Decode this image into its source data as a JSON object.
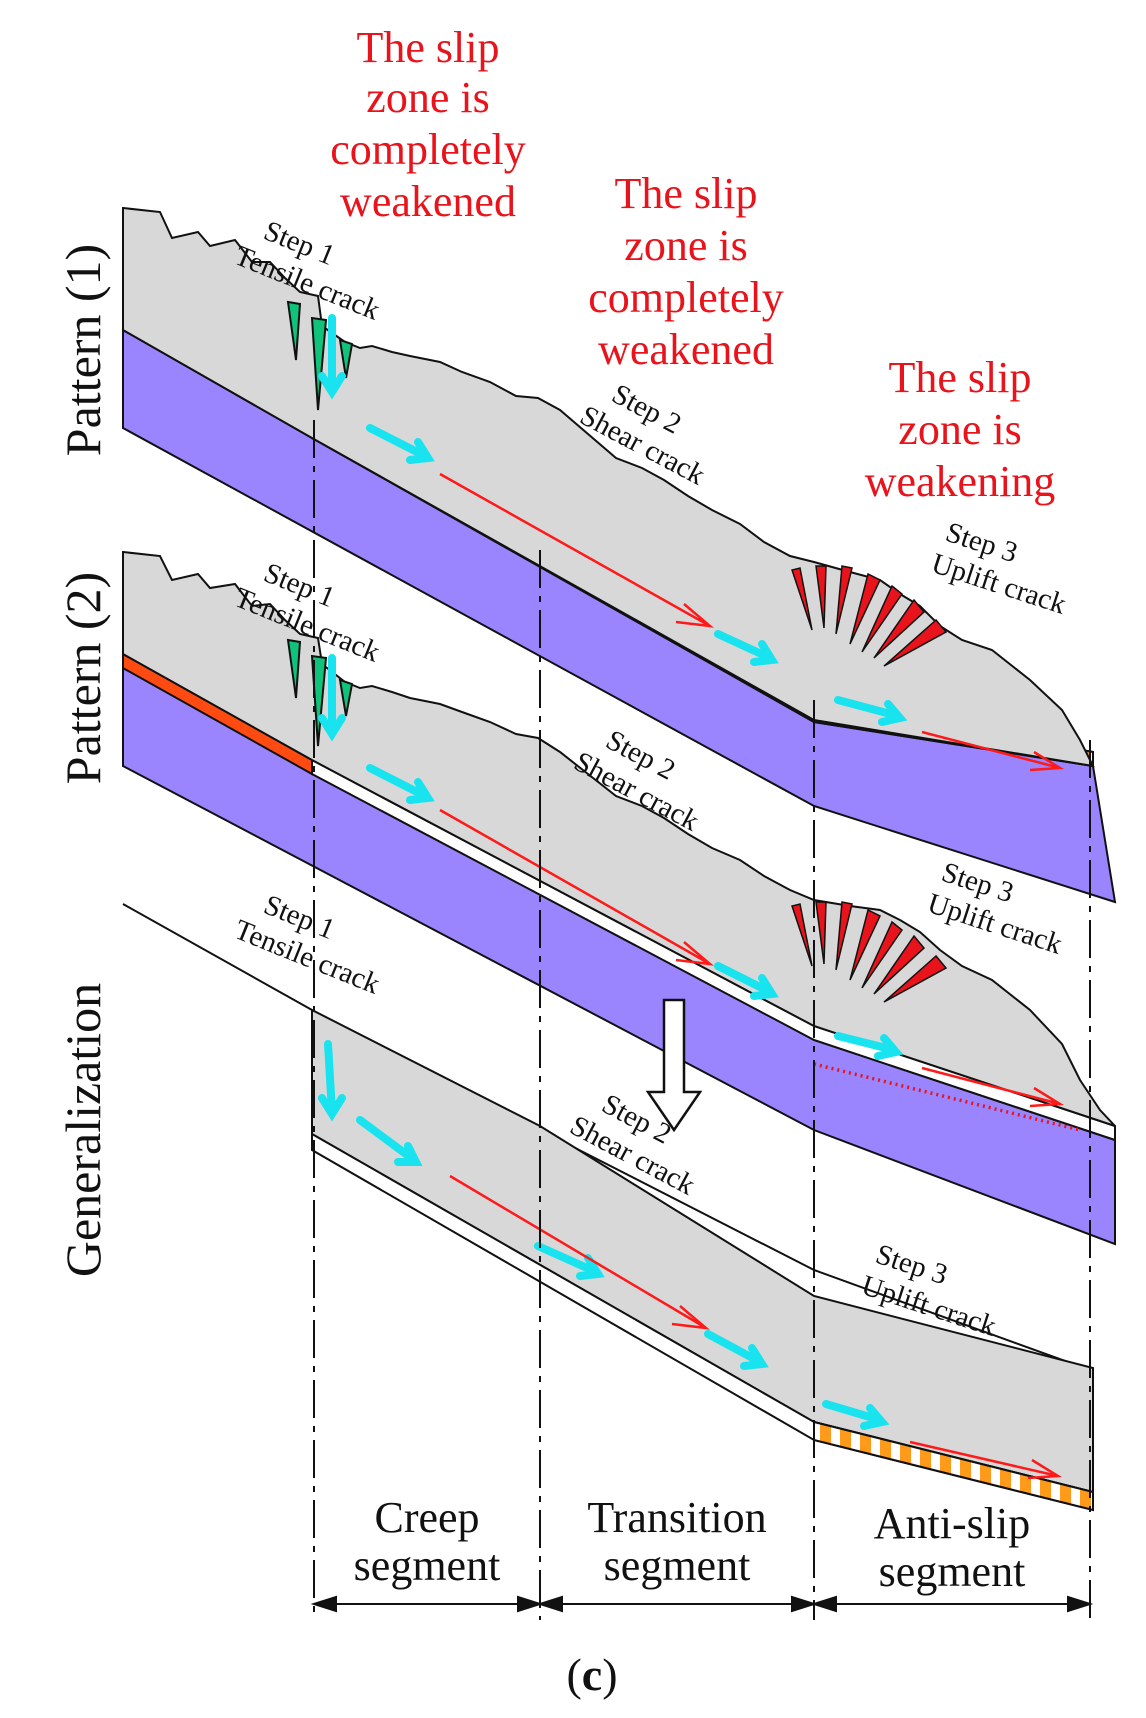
{
  "annotations": {
    "note1_lines": [
      "The slip",
      "zone is",
      "completely",
      "weakened"
    ],
    "note2_lines": [
      "The slip",
      "zone is",
      "completely",
      "weakened"
    ],
    "note3_lines": [
      "The slip",
      "zone is",
      "weakening"
    ]
  },
  "patterns": {
    "pattern1": "Pattern (1)",
    "pattern2": "Pattern (2)",
    "generalization": "Generalization"
  },
  "steps": {
    "p1_step1": [
      "Step 1",
      "Tensile crack"
    ],
    "p1_step2": [
      "Step 2",
      "Shear crack"
    ],
    "p1_step3": [
      "Step 3",
      "Uplift crack"
    ],
    "p2_step1": [
      "Step 1",
      "Tensile crack"
    ],
    "p2_step2": [
      "Step 2",
      "Shear crack"
    ],
    "p2_step3": [
      "Step 3",
      "Uplift crack"
    ],
    "g_step1": [
      "Step 1",
      "Tensile crack"
    ],
    "g_step2": [
      "Step 2",
      "Shear crack"
    ],
    "g_step3": [
      "Step 3",
      "Uplift crack"
    ]
  },
  "segments": {
    "creep": [
      "Creep",
      "segment"
    ],
    "transition": [
      "Transition",
      "segment"
    ],
    "antislip": [
      "Anti-slip",
      "segment"
    ]
  },
  "caption": {
    "open": "(",
    "letter": "c",
    "close": ")"
  },
  "colors": {
    "bedrock": "#9a85ff",
    "slide_mass": "#d8d8d8",
    "weak_layer": "#ff4b12",
    "annotation": "#e8131b",
    "motion_arrow": "#19e3ef",
    "orange_band": "#ff9a1a"
  },
  "icons": {
    "motion": "cyan-arrow",
    "slip": "red-open-arrow",
    "derive": "hollow-down-arrow"
  }
}
